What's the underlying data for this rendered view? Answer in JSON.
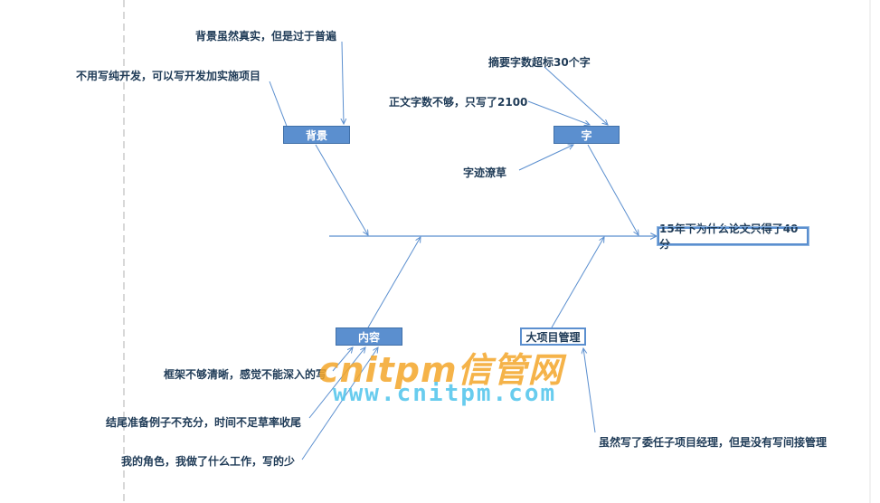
{
  "effect": {
    "label": "15年下为什么论文只得了40分"
  },
  "categories": [
    {
      "label": "背景",
      "causes": [
        "背景虽然真实，但是过于普遍",
        "不用写纯开发，可以写开发加实施项目"
      ]
    },
    {
      "label": "字",
      "causes": [
        "摘要字数超标30个字",
        "正文字数不够，只写了2100",
        "字迹潦草"
      ]
    },
    {
      "label": "内容",
      "causes": [
        "框架不够清晰，感觉不能深入的写",
        "结尾准备例子不充分，时间不足草率收尾",
        "我的角色，我做了什么工作，写的少"
      ]
    },
    {
      "label": "大项目管理",
      "causes": [
        "虽然写了委任子项目经理，但是没有写间接管理"
      ]
    }
  ],
  "watermark": {
    "brand": "cnitpm信管网",
    "url": "www.cnitpm.com"
  },
  "colors": {
    "line": "#5b8fcf",
    "box": "#5b8fcf",
    "text": "#1f3b57",
    "watermark_orange": "#f4a62a",
    "watermark_cyan": "#4ec4ec"
  }
}
